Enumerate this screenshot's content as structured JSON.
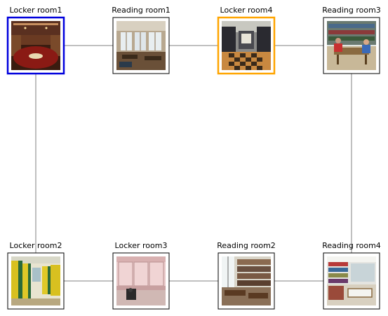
{
  "colors": {
    "edge": "#808080",
    "frame_default": "#000000",
    "frame_blue": "#0000dd",
    "frame_orange": "#ffa500"
  },
  "nodes": [
    {
      "id": "locker-room1",
      "label": "Locker room1",
      "highlight": "blue",
      "thumbnail": "locker-room-photo"
    },
    {
      "id": "reading-room1",
      "label": "Reading room1",
      "highlight": "none",
      "thumbnail": "reading-room-photo"
    },
    {
      "id": "locker-room4",
      "label": "Locker room4",
      "highlight": "orange",
      "thumbnail": "locker-room-photo"
    },
    {
      "id": "reading-room3",
      "label": "Reading room3",
      "highlight": "none",
      "thumbnail": "reading-room-photo"
    },
    {
      "id": "locker-room2",
      "label": "Locker room2",
      "highlight": "none",
      "thumbnail": "locker-room-photo"
    },
    {
      "id": "locker-room3",
      "label": "Locker room3",
      "highlight": "none",
      "thumbnail": "locker-room-photo"
    },
    {
      "id": "reading-room2",
      "label": "Reading room2",
      "highlight": "none",
      "thumbnail": "reading-room-photo"
    },
    {
      "id": "reading-room4",
      "label": "Reading room4",
      "highlight": "none",
      "thumbnail": "reading-room-photo"
    }
  ],
  "edges": [
    {
      "from": "locker-room1",
      "to": "reading-room1"
    },
    {
      "from": "reading-room1",
      "to": "locker-room4"
    },
    {
      "from": "locker-room4",
      "to": "reading-room3"
    },
    {
      "from": "locker-room1",
      "to": "locker-room2"
    },
    {
      "from": "reading-room3",
      "to": "reading-room4"
    },
    {
      "from": "locker-room2",
      "to": "locker-room3"
    },
    {
      "from": "locker-room3",
      "to": "reading-room2"
    },
    {
      "from": "reading-room2",
      "to": "reading-room4"
    }
  ]
}
